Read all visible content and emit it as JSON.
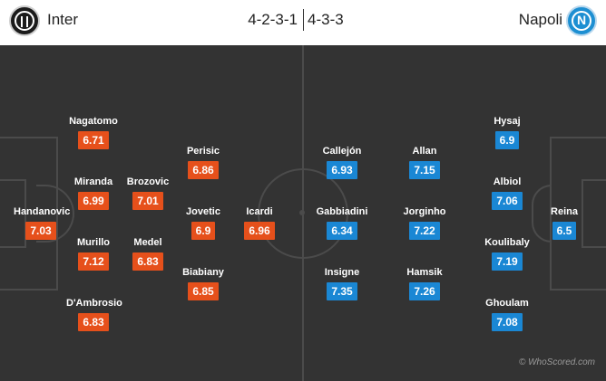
{
  "home": {
    "name": "Inter",
    "formation": "4-2-3-1",
    "badge": "inter-crest",
    "color": "#e6501b",
    "players": [
      {
        "name": "Nagatomo",
        "rating": "6.71"
      },
      {
        "name": "Perisic",
        "rating": "6.86"
      },
      {
        "name": "Miranda",
        "rating": "6.99"
      },
      {
        "name": "Brozovic",
        "rating": "7.01"
      },
      {
        "name": "Handanovic",
        "rating": "7.03"
      },
      {
        "name": "Jovetic",
        "rating": "6.9"
      },
      {
        "name": "Icardi",
        "rating": "6.96"
      },
      {
        "name": "Murillo",
        "rating": "7.12"
      },
      {
        "name": "Medel",
        "rating": "6.83"
      },
      {
        "name": "Biabiany",
        "rating": "6.85"
      },
      {
        "name": "D'Ambrosio",
        "rating": "6.83"
      }
    ]
  },
  "away": {
    "name": "Napoli",
    "formation": "4-3-3",
    "badge": "napoli-crest",
    "color": "#1a87d4",
    "players": [
      {
        "name": "Hysaj",
        "rating": "6.9"
      },
      {
        "name": "Callejón",
        "rating": "6.93"
      },
      {
        "name": "Allan",
        "rating": "7.15"
      },
      {
        "name": "Albiol",
        "rating": "7.06"
      },
      {
        "name": "Gabbiadini",
        "rating": "6.34"
      },
      {
        "name": "Jorginho",
        "rating": "7.22"
      },
      {
        "name": "Reina",
        "rating": "6.5"
      },
      {
        "name": "Koulibaly",
        "rating": "7.19"
      },
      {
        "name": "Insigne",
        "rating": "7.35"
      },
      {
        "name": "Hamsik",
        "rating": "7.26"
      },
      {
        "name": "Ghoulam",
        "rating": "7.08"
      }
    ]
  },
  "credit": "© WhoScored.com",
  "pitch_color": "#333333"
}
